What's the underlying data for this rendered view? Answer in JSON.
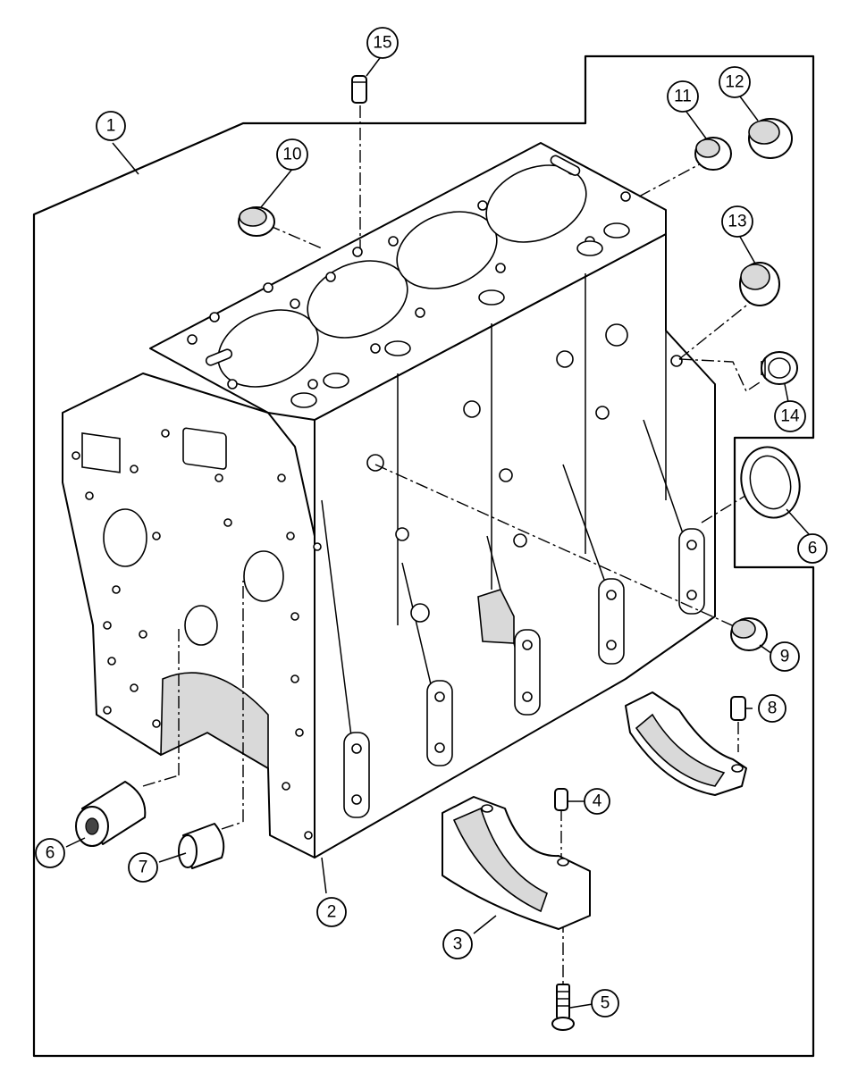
{
  "diagram": {
    "callouts": [
      {
        "id": "c1",
        "label": "1"
      },
      {
        "id": "c2",
        "label": "2"
      },
      {
        "id": "c3",
        "label": "3"
      },
      {
        "id": "c4",
        "label": "4"
      },
      {
        "id": "c5",
        "label": "5"
      },
      {
        "id": "c6a",
        "label": "6"
      },
      {
        "id": "c6b",
        "label": "6"
      },
      {
        "id": "c7",
        "label": "7"
      },
      {
        "id": "c8",
        "label": "8"
      },
      {
        "id": "c9",
        "label": "9"
      },
      {
        "id": "c10",
        "label": "10"
      },
      {
        "id": "c11",
        "label": "11"
      },
      {
        "id": "c12",
        "label": "12"
      },
      {
        "id": "c13",
        "label": "13"
      },
      {
        "id": "c14",
        "label": "14"
      },
      {
        "id": "c15",
        "label": "15"
      }
    ]
  }
}
